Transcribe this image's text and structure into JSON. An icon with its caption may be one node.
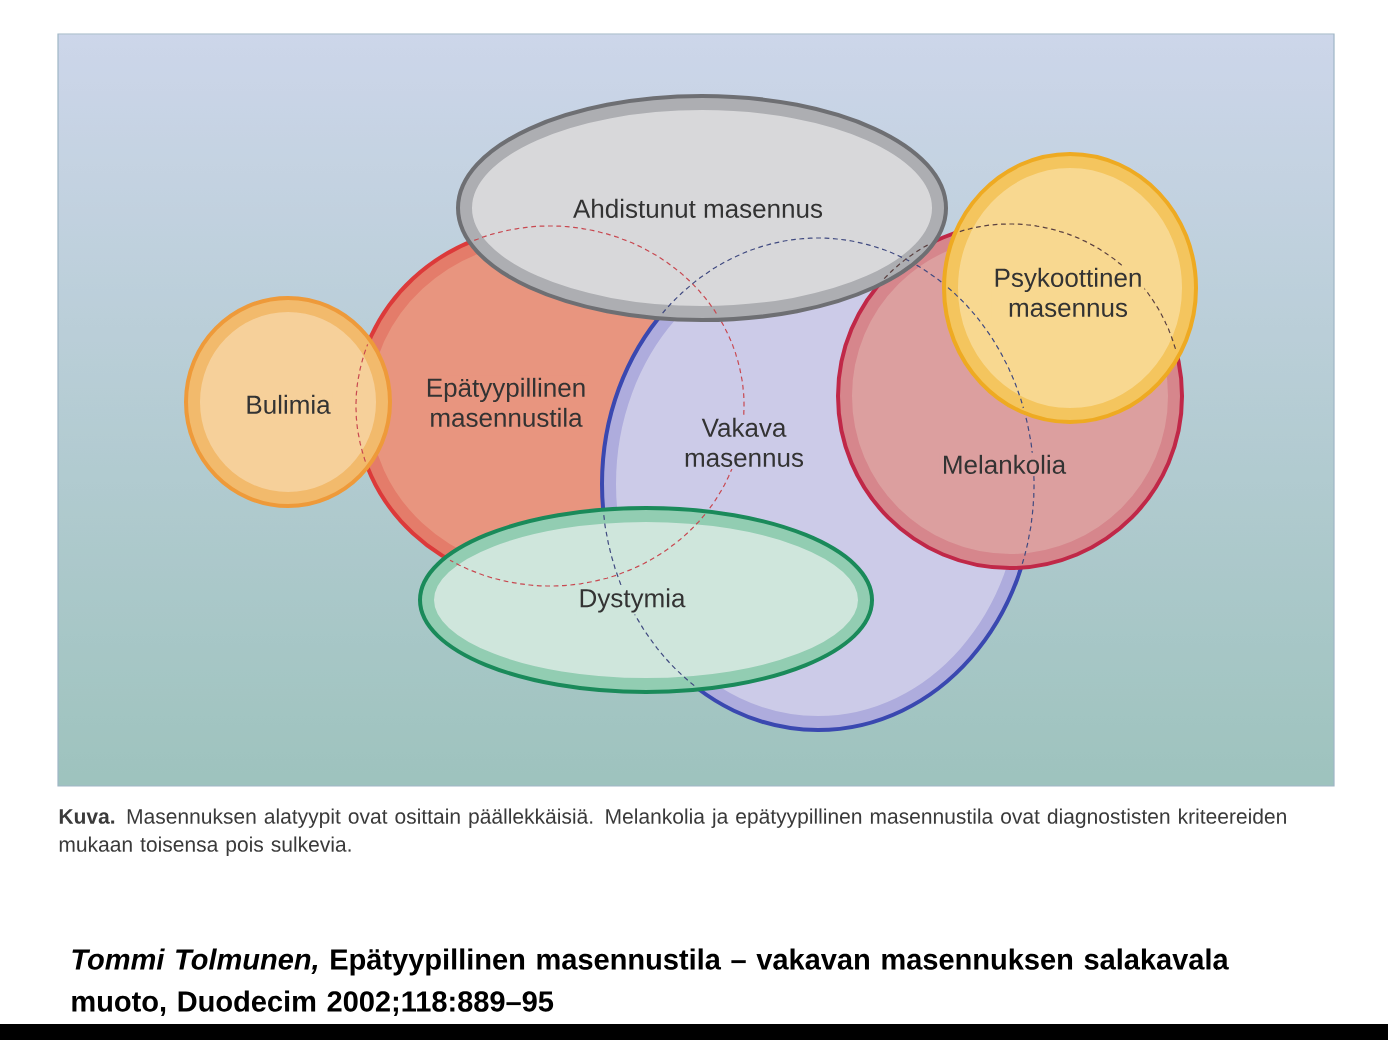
{
  "diagram": {
    "nodes": [
      {
        "text": [
          "Ahdistunut masennus"
        ]
      },
      {
        "text": [
          "Psykoottinen masennus"
        ]
      },
      {
        "text": [
          "Bulimia"
        ]
      },
      {
        "text": [
          "Epätyypillinen masennustila"
        ]
      },
      {
        "text": [
          "Vakava masennus"
        ]
      },
      {
        "text": [
          "Melankolia"
        ]
      },
      {
        "text": [
          "Dystymia"
        ]
      }
    ],
    "caption": "**Kuva.** Masennuksen alatyypit ovat osittain päällekkäisiä. Melankolia ja epätyypillinen masennustila ovat diagnostisten kriteereiden mukaan toisensa pois sulkevia.",
    "labels": [
      "*Tommi Tolmunen,* Epätyypillinen masennustila – vakavan masennuksen salakavala muoto, Duodecim 2002;118:889–95"
    ]
  }
}
